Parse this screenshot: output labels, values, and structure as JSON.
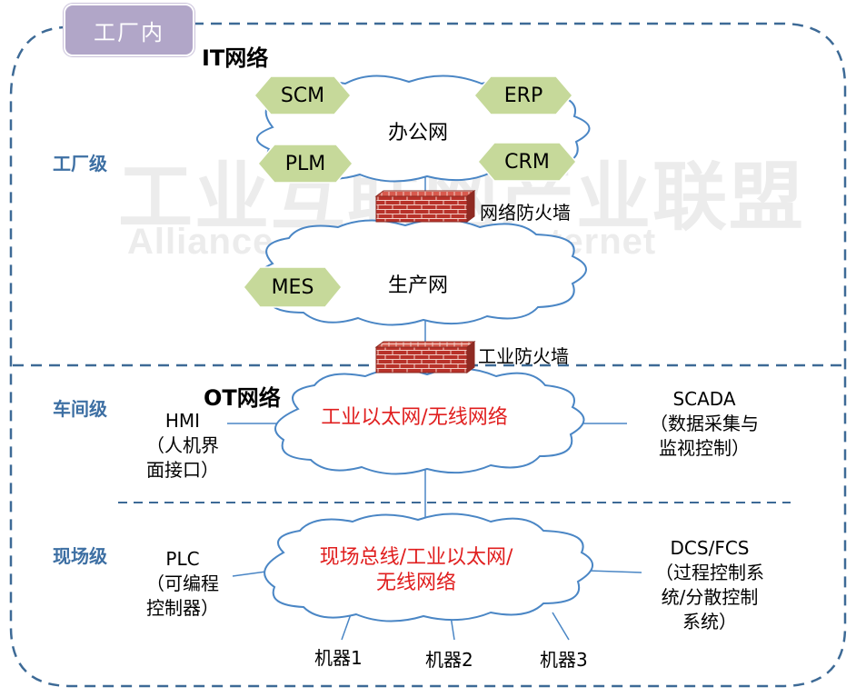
{
  "factory_label": "工厂内",
  "watermark": {
    "cn": "工业互联网产业联盟",
    "en": "Alliance of Industrial Internet"
  },
  "sections": {
    "it": "IT网络",
    "ot": "OT网络"
  },
  "levels": {
    "factory": "工厂级",
    "workshop": "车间级",
    "field": "现场级"
  },
  "clouds": {
    "office": "办公网",
    "production": "生产网",
    "industrial_ethernet": "工业以太网/无线网络",
    "fieldbus": "现场总线/工业以太网/无线网络"
  },
  "systems": {
    "scm": "SCM",
    "erp": "ERP",
    "plm": "PLM",
    "crm": "CRM",
    "mes": "MES"
  },
  "firewalls": {
    "network": "网络防火墙",
    "industrial": "工业防火墙"
  },
  "devices": {
    "hmi": [
      "HMI",
      "（人机界",
      "面接口）"
    ],
    "scada": [
      "SCADA",
      "（数据采集与",
      "监视控制）"
    ],
    "plc": [
      "PLC",
      "（可编程",
      "控制器）"
    ],
    "dcs": [
      "DCS/FCS",
      "（过程控制系",
      "统/分散控制",
      "系统）"
    ]
  },
  "machines": [
    "机器1",
    "机器2",
    "机器3"
  ],
  "colors": {
    "dashed_border": "#3d6a96",
    "level_text": "#3d6fa3",
    "hex_fill": "#c6d99a",
    "cloud_stroke": "#4a86c5",
    "red_text": "#e01e1e",
    "brick": "#c0392b",
    "badge": "#b1a6c8"
  }
}
